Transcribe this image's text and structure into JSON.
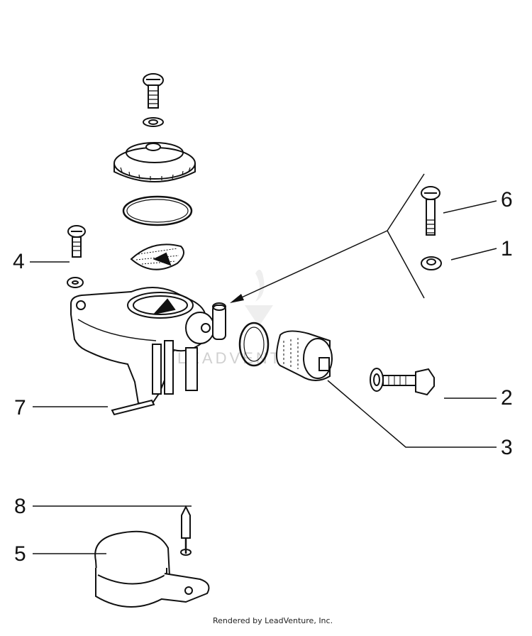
{
  "diagram": {
    "callouts": [
      {
        "id": "1",
        "label": "1"
      },
      {
        "id": "2",
        "label": "2"
      },
      {
        "id": "3",
        "label": "3"
      },
      {
        "id": "4",
        "label": "4"
      },
      {
        "id": "5",
        "label": "5"
      },
      {
        "id": "6",
        "label": "6"
      },
      {
        "id": "7",
        "label": "7"
      },
      {
        "id": "8",
        "label": "8"
      }
    ],
    "watermark": "LEADVENTURE",
    "credit": "Rendered by LeadVenture, Inc."
  },
  "colors": {
    "ink": "#111111",
    "watermark": "#d9d9d9"
  }
}
